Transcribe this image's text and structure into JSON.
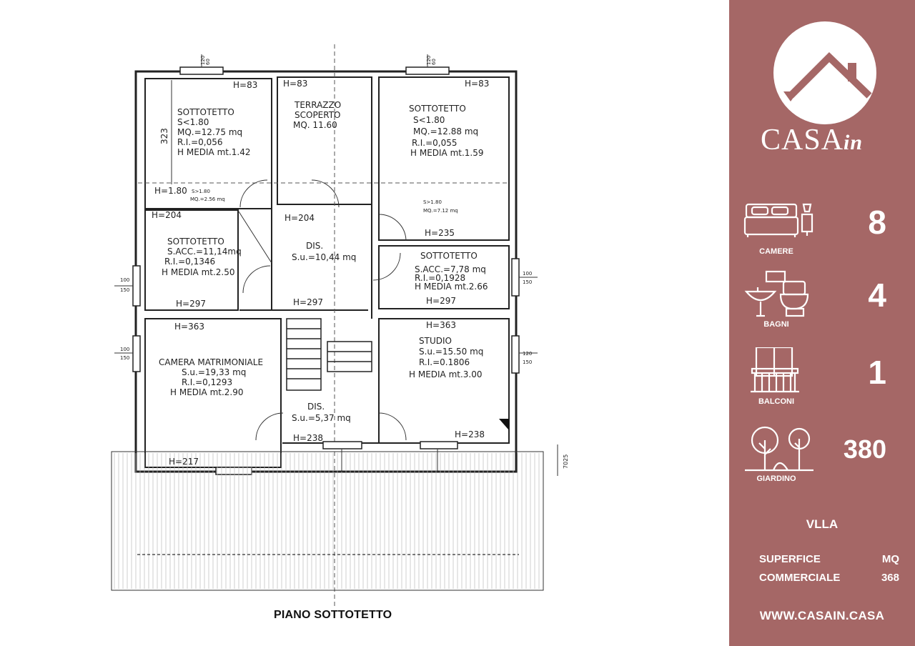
{
  "plan": {
    "title": "PIANO SOTTOTETTO",
    "rooms": [
      {
        "name": "sottotetto-nw",
        "lines": [
          "SOTTOTETTO",
          "S<1.80",
          "MQ.=12.75 mq",
          "R.I.=0,056",
          "H  MEDIA  mt.1.42"
        ]
      },
      {
        "name": "terrazzo",
        "lines": [
          "TERRAZZO",
          "SCOPERTO",
          "MQ.  11.60"
        ]
      },
      {
        "name": "sottotetto-ne",
        "lines": [
          "SOTTOTETTO",
          "S<1.80",
          "MQ.=12.88 mq",
          "R.I.=0,055",
          "H  MEDIA  mt.1.59"
        ]
      },
      {
        "name": "sottotetto-w",
        "lines": [
          "SOTTOTETTO",
          "S.ACC.=11,14mq",
          "R.I.=0,1346",
          "H  MEDIA  mt.2.50"
        ]
      },
      {
        "name": "dis-upper",
        "lines": [
          "DIS.",
          "S.u.=10,44  mq"
        ]
      },
      {
        "name": "sottotetto-e",
        "lines": [
          "SOTTOTETTO",
          "S.ACC.=7,78 mq",
          "R.I.=0,1928",
          "H  MEDIA  mt.2.66"
        ]
      },
      {
        "name": "camera",
        "lines": [
          "CAMERA  MATRIMONIALE",
          "S.u.=19,33  mq",
          "R.I.=0,1293",
          "H  MEDIA  mt.2.90"
        ]
      },
      {
        "name": "studio",
        "lines": [
          "STUDIO",
          "S.u.=15.50 mq",
          "R.I.=0.1806",
          "H  MEDIA  mt.3.00"
        ]
      },
      {
        "name": "dis-lower",
        "lines": [
          "DIS.",
          "S.u.=5,37  mq"
        ]
      }
    ],
    "heights": {
      "h83a": "H=83",
      "h83b": "H=83",
      "h83c": "H=83",
      "h180": "H=1.80",
      "h204a": "H=204",
      "h204b": "H=204",
      "h235": "H=235",
      "h297a": "H=297",
      "h297b": "H=297",
      "h297c": "H=297",
      "h363a": "H=363",
      "h363b": "H=363",
      "h238a": "H=238",
      "h238b": "H=238",
      "h217": "H=217"
    },
    "small_notes": {
      "s180a": "S>1.80",
      "mq256": "MQ.=2.56 mq",
      "s180b": "S>1.80",
      "mq712": "MQ.=7.12 mq"
    },
    "dims": {
      "d323": "323",
      "d7025": "7025",
      "win_top_a": "120",
      "win_top_a2": "60",
      "win_top_b": "120",
      "win_top_b2": "60",
      "win_left_a": "100",
      "win_left_a2": "150",
      "win_left_b": "100",
      "win_left_b2": "150",
      "win_right_a": "100",
      "win_right_a2": "150",
      "win_right_b": "120",
      "win_right_b2": "150"
    }
  },
  "sidebar": {
    "brand_main": "CASA",
    "brand_suffix": "in",
    "features": [
      {
        "label": "CAMERE",
        "value": "8",
        "icon": "bed-icon"
      },
      {
        "label": "BAGNI",
        "value": "4",
        "icon": "bathroom-icon"
      },
      {
        "label": "BALCONI",
        "value": "1",
        "icon": "balcony-icon"
      },
      {
        "label": "GIARDINO",
        "value": "380",
        "icon": "garden-icon"
      }
    ],
    "type": "VLLA",
    "superficie_label": "SUPERFICE",
    "superficie_unit": "MQ",
    "commerciale_label": "COMMERCIALE",
    "commerciale_value": "368",
    "website": "WWW.CASAIN.CASA"
  },
  "colors": {
    "sidebar_bg": "#a56766",
    "text_light": "#ffffff",
    "plan_line": "#222222"
  }
}
